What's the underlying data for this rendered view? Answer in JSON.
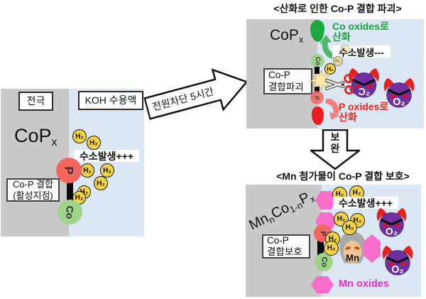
{
  "h2_molecule": "H₂",
  "transition_arrow": {
    "label": "전원차단 5시간"
  },
  "supplement_arrow": {
    "char1": "보",
    "char2": "완"
  },
  "left_panel": {
    "electrode_label": "전극",
    "solution_label": "KOH 수용액",
    "formula_base": "CoP",
    "formula_sub": "x",
    "hydrogen_status": "수소발생+++",
    "bond_box_line1": "Co-P 결합",
    "bond_box_line2": "(활성지점)",
    "p_atom": "P",
    "co_atom": "Co"
  },
  "top_right_panel": {
    "title": "<산화로 인한 Co-P 결합 파괴>",
    "formula_base": "CoP",
    "formula_sub": "x",
    "co_oxidation_line1": "Co oxides로",
    "co_oxidation_line2": "산화",
    "hydrogen_status": "수소발생---",
    "bond_box_line1": "Co-P",
    "bond_box_line2": "결합파괴",
    "p_oxidation_line1": "P oxides로",
    "p_oxidation_line2": "산화",
    "p_atom": "P",
    "co_atom": "Co",
    "o2_molecule": "O₂"
  },
  "bottom_right_panel": {
    "title": "<Mn 첨가물이 Co-P 결합 보호>",
    "formula_mn": "Mn",
    "formula_mn_sub": "n",
    "formula_co": "Co",
    "formula_co_sub": "1-n",
    "formula_p": "P",
    "formula_p_sub": "x",
    "hydrogen_status": "수소발생+++",
    "bond_box_line1": "Co-P",
    "bond_box_line2": "결합보호",
    "mn_label": "Mn",
    "mn_oxides_label": "Mn oxides",
    "p_atom": "P",
    "co_atom": "Co",
    "o2_molecule": "O₂"
  },
  "colors": {
    "panel_gray": "#c9c9c9",
    "panel_blue": "#dbe8f4",
    "h2_yellow": "#f2d244",
    "p_red": "#f2665e",
    "co_green": "#9fd389",
    "oxide_green": "#1fa83e",
    "oxide_red": "#ec1c24",
    "devil_purple": "#7030a0",
    "horn_red": "#e02424",
    "hexagon_pink": "#f76dcb",
    "mn_oxides_magenta": "#e62cc7"
  }
}
